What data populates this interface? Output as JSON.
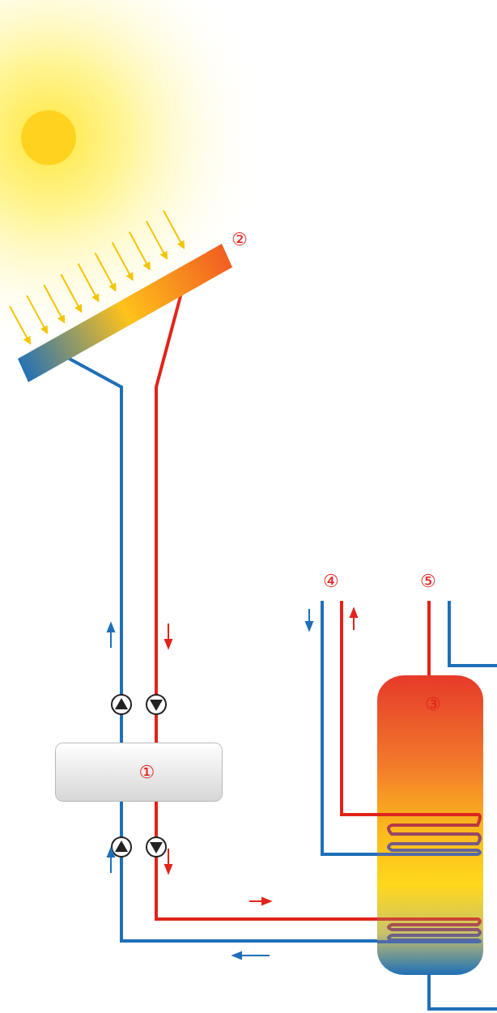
{
  "diagram": {
    "nodes": [
      {
        "text": [
          "②"
        ]
      },
      {
        "text": [
          "①"
        ]
      },
      {
        "text": [
          "③"
        ]
      }
    ],
    "edges": [
      {
        "from": 1,
        "to": 0,
        "arrow": "none"
      },
      {
        "from": 0,
        "to": 1,
        "arrow": "none"
      },
      {
        "from": 1,
        "to": 2,
        "arrow": "none"
      },
      {
        "from": 2,
        "to": 1,
        "arrow": "none"
      }
    ],
    "labels": [
      "④",
      "⑤"
    ]
  }
}
